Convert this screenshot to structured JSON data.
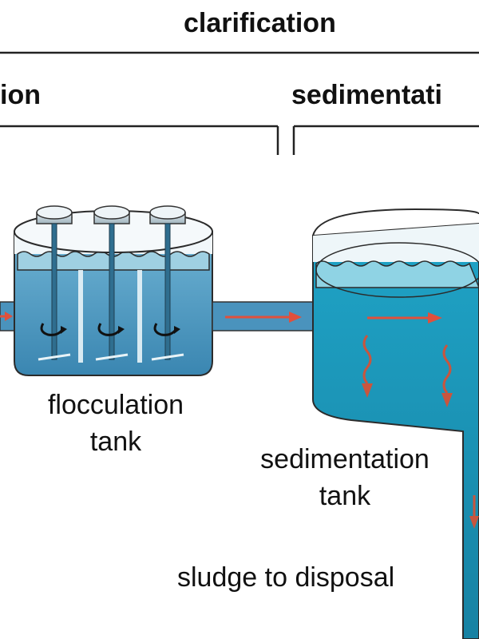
{
  "headers": {
    "clarification": "clarification",
    "flocculation_partial": "ion",
    "sedimentation_partial": "sedimentati"
  },
  "captions": {
    "flocculation_line1": "flocculation",
    "flocculation_line2": "tank",
    "sedimentation_line1": "sedimentation",
    "sedimentation_line2": "tank",
    "sludge": "sludge to disposal"
  },
  "colors": {
    "water_dark": "#2a9bbf",
    "water_light": "#8fd3e4",
    "tank_blue": "#3f8fb8",
    "arrow_red": "#e0503c",
    "outline": "#222222"
  }
}
